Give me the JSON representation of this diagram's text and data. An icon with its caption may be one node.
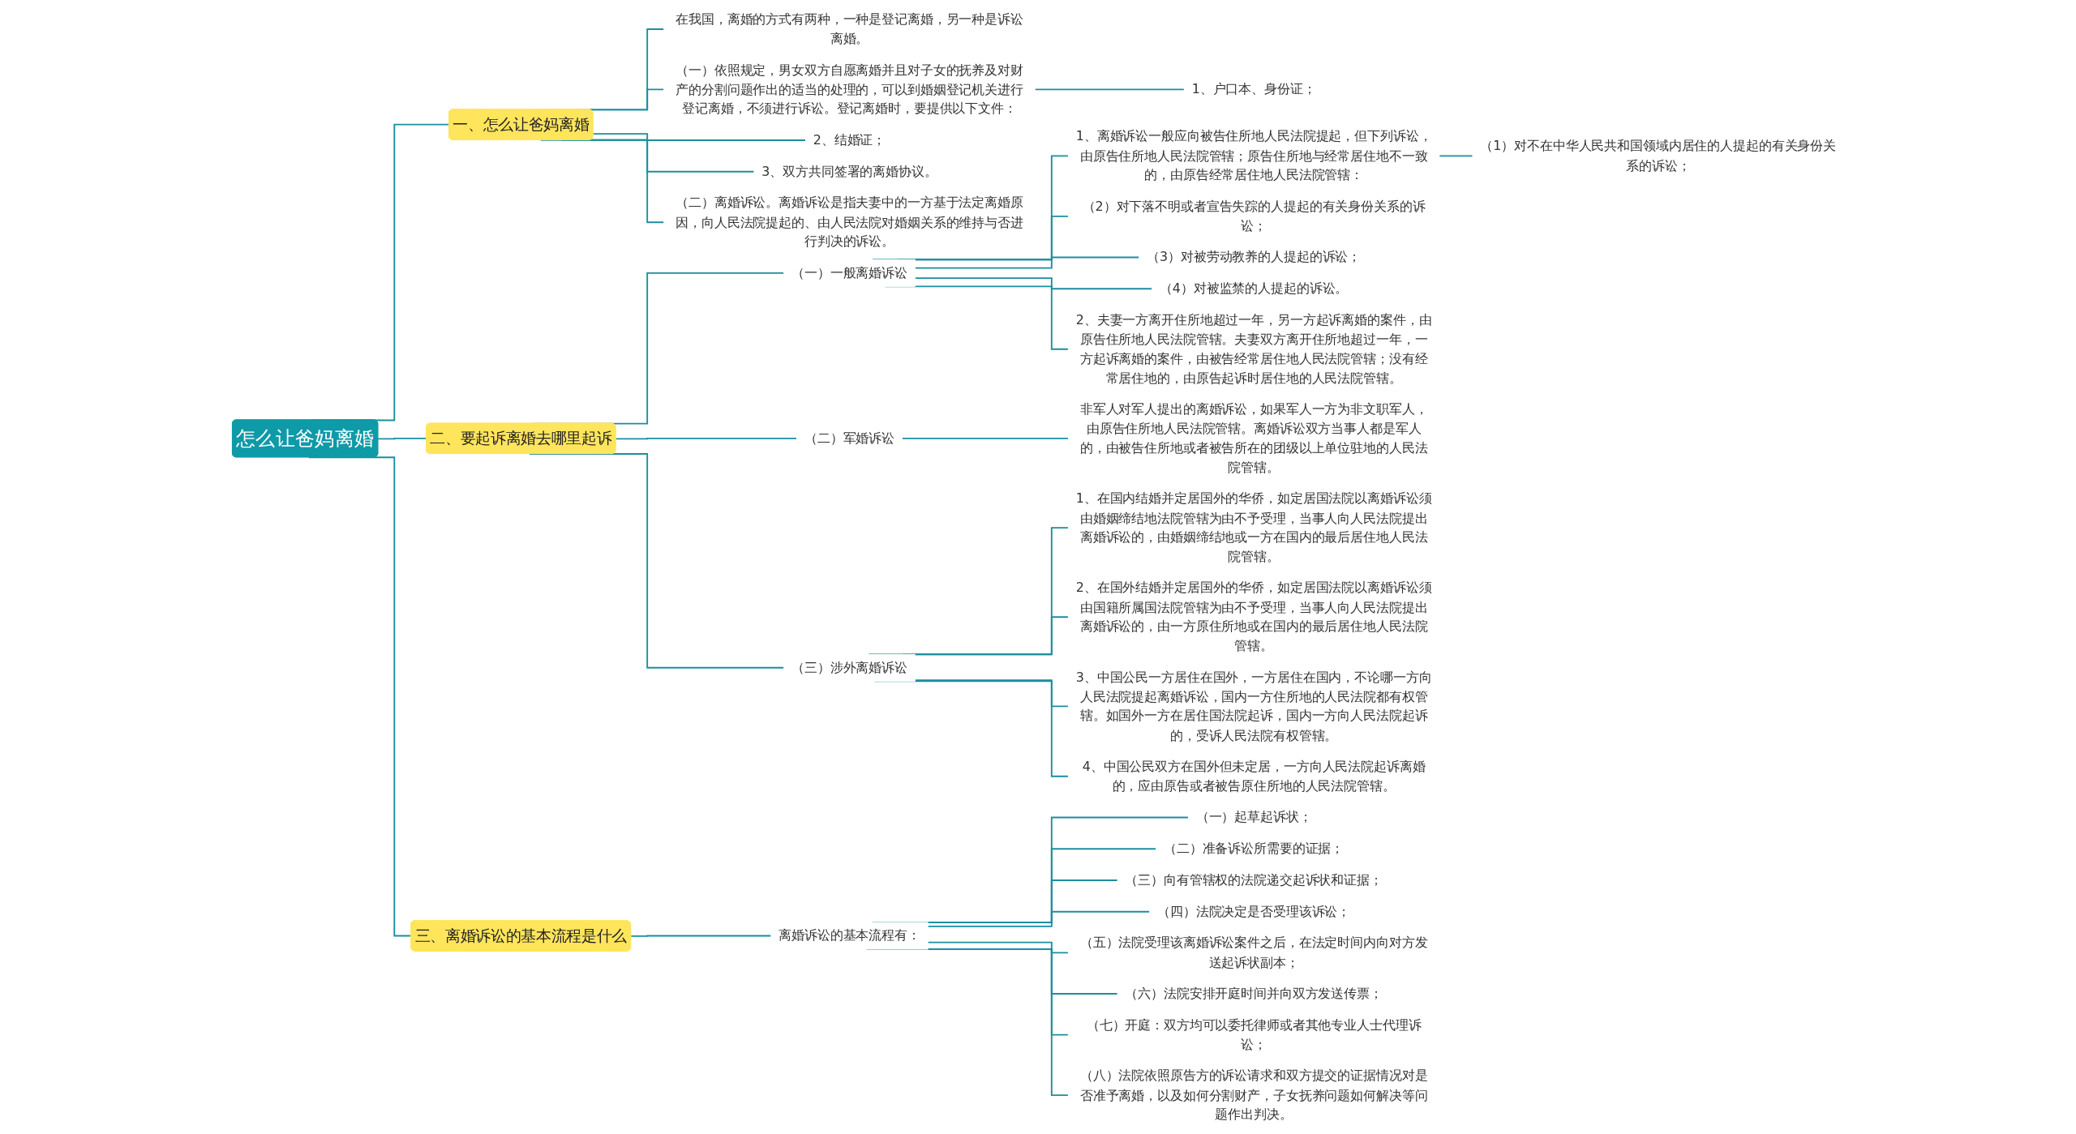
{
  "diagram": {
    "nodes": [
      {
        "text": [
          "怎么让爸妈离婚"
        ]
      },
      {
        "text": [
          "一、怎么让爸妈离婚"
        ]
      },
      {
        "text": [
          "在我国，离婚的方式有两种，一种是登记离婚，另一种是诉讼离婚。"
        ]
      },
      {
        "text": [
          "（一）依照规定，男女双方自愿离婚并且对子女的抚养及对财产的分割问题作出的适当的处理的，可以到婚姻登记机关进行登记离婚，不须进行诉讼。登记离婚时，要提供以下文件："
        ]
      },
      {
        "text": [
          "1、户口本、身份证；"
        ]
      },
      {
        "text": [
          "2、结婚证；"
        ]
      },
      {
        "text": [
          "3、双方共同签署的离婚协议。"
        ]
      },
      {
        "text": [
          "（二）离婚诉讼。离婚诉讼是指夫妻中的一方基于法定离婚原因，向人民法院提起的、由人民法院对婚姻关系的维持与否进行判决的诉讼。"
        ]
      },
      {
        "text": [
          "二、要起诉离婚去哪里起诉"
        ]
      },
      {
        "text": [
          "（一）一般离婚诉讼"
        ]
      },
      {
        "text": [
          "1、离婚诉讼一般应向被告住所地人民法院提起，但下列诉讼，由原告住所地人民法院管辖；原告住所地与经常居住地不一致的，由原告经常居住地人民法院管辖："
        ]
      },
      {
        "text": [
          "（1）对不在中华人民共和国领域内居住的人提起的有关身份关系的诉讼；"
        ]
      },
      {
        "text": [
          "（2）对下落不明或者宣告失踪的人提起的有关身份关系的诉讼；"
        ]
      },
      {
        "text": [
          "（3）对被劳动教养的人提起的诉讼；"
        ]
      },
      {
        "text": [
          "（4）对被监禁的人提起的诉讼。"
        ]
      },
      {
        "text": [
          "2、夫妻一方离开住所地超过一年，另一方起诉离婚的案件，由原告住所地人民法院管辖。夫妻双方离开住所地超过一年，一方起诉离婚的案件，由被告经常居住地人民法院管辖；没有经常居住地的，由原告起诉时居住地的人民法院管辖。"
        ]
      },
      {
        "text": [
          "（二）军婚诉讼"
        ]
      },
      {
        "text": [
          "非军人对军人提出的离婚诉讼，如果军人一方为非文职军人，由原告住所地人民法院管辖。离婚诉讼双方当事人都是军人的，由被告住所地或者被告所在的团级以上单位驻地的人民法院管辖。"
        ]
      },
      {
        "text": [
          "（三）涉外离婚诉讼"
        ]
      },
      {
        "text": [
          "1、在国内结婚并定居国外的华侨，如定居国法院以离婚诉讼须由婚姻缔结地法院管辖为由不予受理，当事人向人民法院提出离婚诉讼的，由婚姻缔结地或一方在国内的最后居住地人民法院管辖。"
        ]
      },
      {
        "text": [
          "2、在国外结婚并定居国外的华侨，如定居国法院以离婚诉讼须由国籍所属国法院管辖为由不予受理，当事人向人民法院提出离婚诉讼的，由一方原住所地或在国内的最后居住地人民法院管辖。"
        ]
      },
      {
        "text": [
          "3、中国公民一方居住在国外，一方居住在国内，不论哪一方向人民法院提起离婚诉讼，国内一方住所地的人民法院都有权管辖。如国外一方在居住国法院起诉，国内一方向人民法院起诉的，受诉人民法院有权管辖。"
        ]
      },
      {
        "text": [
          "4、中国公民双方在国外但未定居，一方向人民法院起诉离婚的，应由原告或者被告原住所地的人民法院管辖。"
        ]
      },
      {
        "text": [
          "三、离婚诉讼的基本流程是什么"
        ]
      },
      {
        "text": [
          "离婚诉讼的基本流程有："
        ]
      },
      {
        "text": [
          "（一）起草起诉状；"
        ]
      },
      {
        "text": [
          "（二）准备诉讼所需要的证据；"
        ]
      },
      {
        "text": [
          "（三）向有管辖权的法院递交起诉状和证据；"
        ]
      },
      {
        "text": [
          "（四）法院决定是否受理该诉讼；"
        ]
      },
      {
        "text": [
          "（五）法院受理该离婚诉讼案件之后，在法定时间内向对方发送起诉状副本；"
        ]
      },
      {
        "text": [
          "（六）法院安排开庭时间并向双方发送传票；"
        ]
      },
      {
        "text": [
          "（七）开庭：双方均可以委托律师或者其他专业人士代理诉讼；"
        ]
      },
      {
        "text": [
          "（八）法院依照原告方的诉讼请求和双方提交的证据情况对是否准予离婚，以及如何分割财产，子女抚养问题如何解决等问题作出判决。"
        ]
      }
    ],
    "edges": [
      {
        "from": 0,
        "to": 1,
        "arrow": "none"
      },
      {
        "from": 1,
        "to": 2,
        "arrow": "none"
      },
      {
        "from": 1,
        "to": 3,
        "arrow": "none"
      },
      {
        "from": 3,
        "to": 4,
        "arrow": "none"
      },
      {
        "from": 1,
        "to": 5,
        "arrow": "none"
      },
      {
        "from": 1,
        "to": 6,
        "arrow": "none"
      },
      {
        "from": 1,
        "to": 7,
        "arrow": "none"
      },
      {
        "from": 0,
        "to": 8,
        "arrow": "none"
      },
      {
        "from": 8,
        "to": 9,
        "arrow": "none"
      },
      {
        "from": 9,
        "to": 10,
        "arrow": "none"
      },
      {
        "from": 10,
        "to": 11,
        "arrow": "none"
      },
      {
        "from": 9,
        "to": 12,
        "arrow": "none"
      },
      {
        "from": 9,
        "to": 13,
        "arrow": "none"
      },
      {
        "from": 9,
        "to": 14,
        "arrow": "none"
      },
      {
        "from": 9,
        "to": 15,
        "arrow": "none"
      },
      {
        "from": 8,
        "to": 16,
        "arrow": "none"
      },
      {
        "from": 16,
        "to": 17,
        "arrow": "none"
      },
      {
        "from": 8,
        "to": 18,
        "arrow": "none"
      },
      {
        "from": 18,
        "to": 19,
        "arrow": "none"
      },
      {
        "from": 18,
        "to": 20,
        "arrow": "none"
      },
      {
        "from": 18,
        "to": 21,
        "arrow": "none"
      },
      {
        "from": 18,
        "to": 22,
        "arrow": "none"
      },
      {
        "from": 0,
        "to": 23,
        "arrow": "none"
      },
      {
        "from": 23,
        "to": 24,
        "arrow": "none"
      },
      {
        "from": 24,
        "to": 25,
        "arrow": "none"
      },
      {
        "from": 24,
        "to": 26,
        "arrow": "none"
      },
      {
        "from": 24,
        "to": 27,
        "arrow": "none"
      },
      {
        "from": 24,
        "to": 28,
        "arrow": "none"
      },
      {
        "from": 24,
        "to": 29,
        "arrow": "none"
      },
      {
        "from": 24,
        "to": 30,
        "arrow": "none"
      },
      {
        "from": 24,
        "to": 31,
        "arrow": "none"
      },
      {
        "from": 24,
        "to": 32,
        "arrow": "none"
      }
    ]
  }
}
